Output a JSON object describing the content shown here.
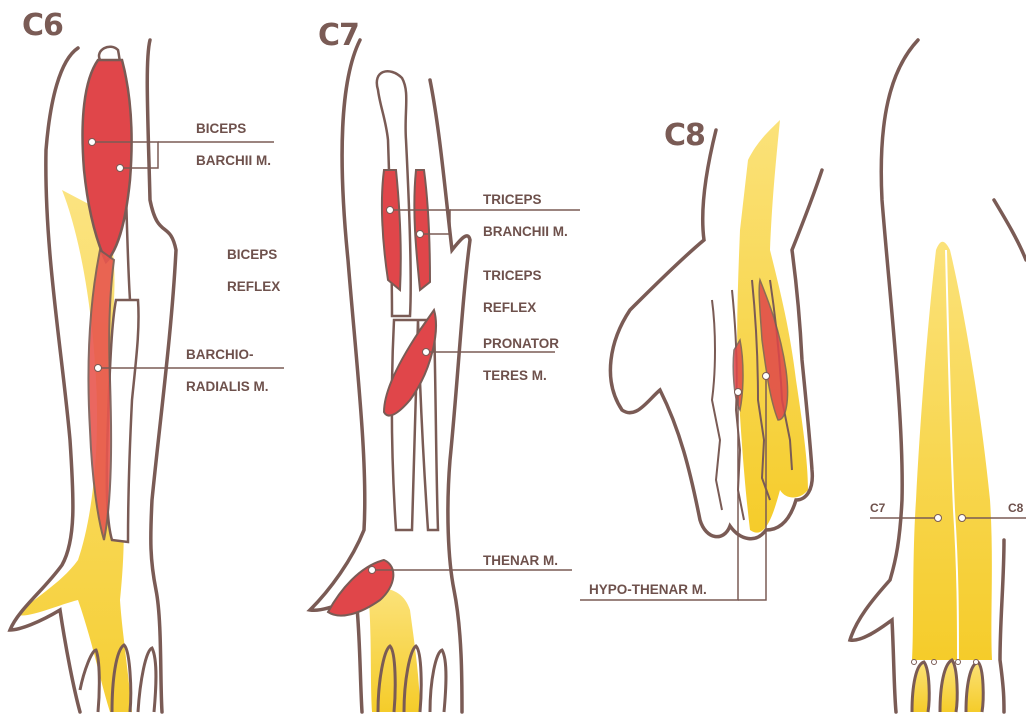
{
  "panels": {
    "c6": "C6",
    "c7": "C7",
    "c8": "C8"
  },
  "labels": {
    "biceps_brachii": [
      "BICEPS",
      "BARCHII M."
    ],
    "biceps_reflex": [
      "BICEPS",
      "REFLEX"
    ],
    "brachioradialis": [
      "BARCHIO-",
      "RADIALIS M."
    ],
    "triceps_brachii": [
      "TRICEPS",
      "BRANCHII M."
    ],
    "triceps_reflex": [
      "TRICEPS",
      "REFLEX"
    ],
    "pronator_teres": [
      "PRONATOR",
      "TERES M."
    ],
    "thenar": "THENAR M.",
    "hypothenar": "HYPO-THENAR M.",
    "dermatome_c7": "C7",
    "dermatome_c8": "C8"
  },
  "colors": {
    "outline": "#7a5b55",
    "muscle": "#e0464a",
    "muscle_light": "#f08a80",
    "dermatome": "#f7d23a",
    "dermatome_light": "#fbe27a",
    "bone": "#ffffff"
  }
}
